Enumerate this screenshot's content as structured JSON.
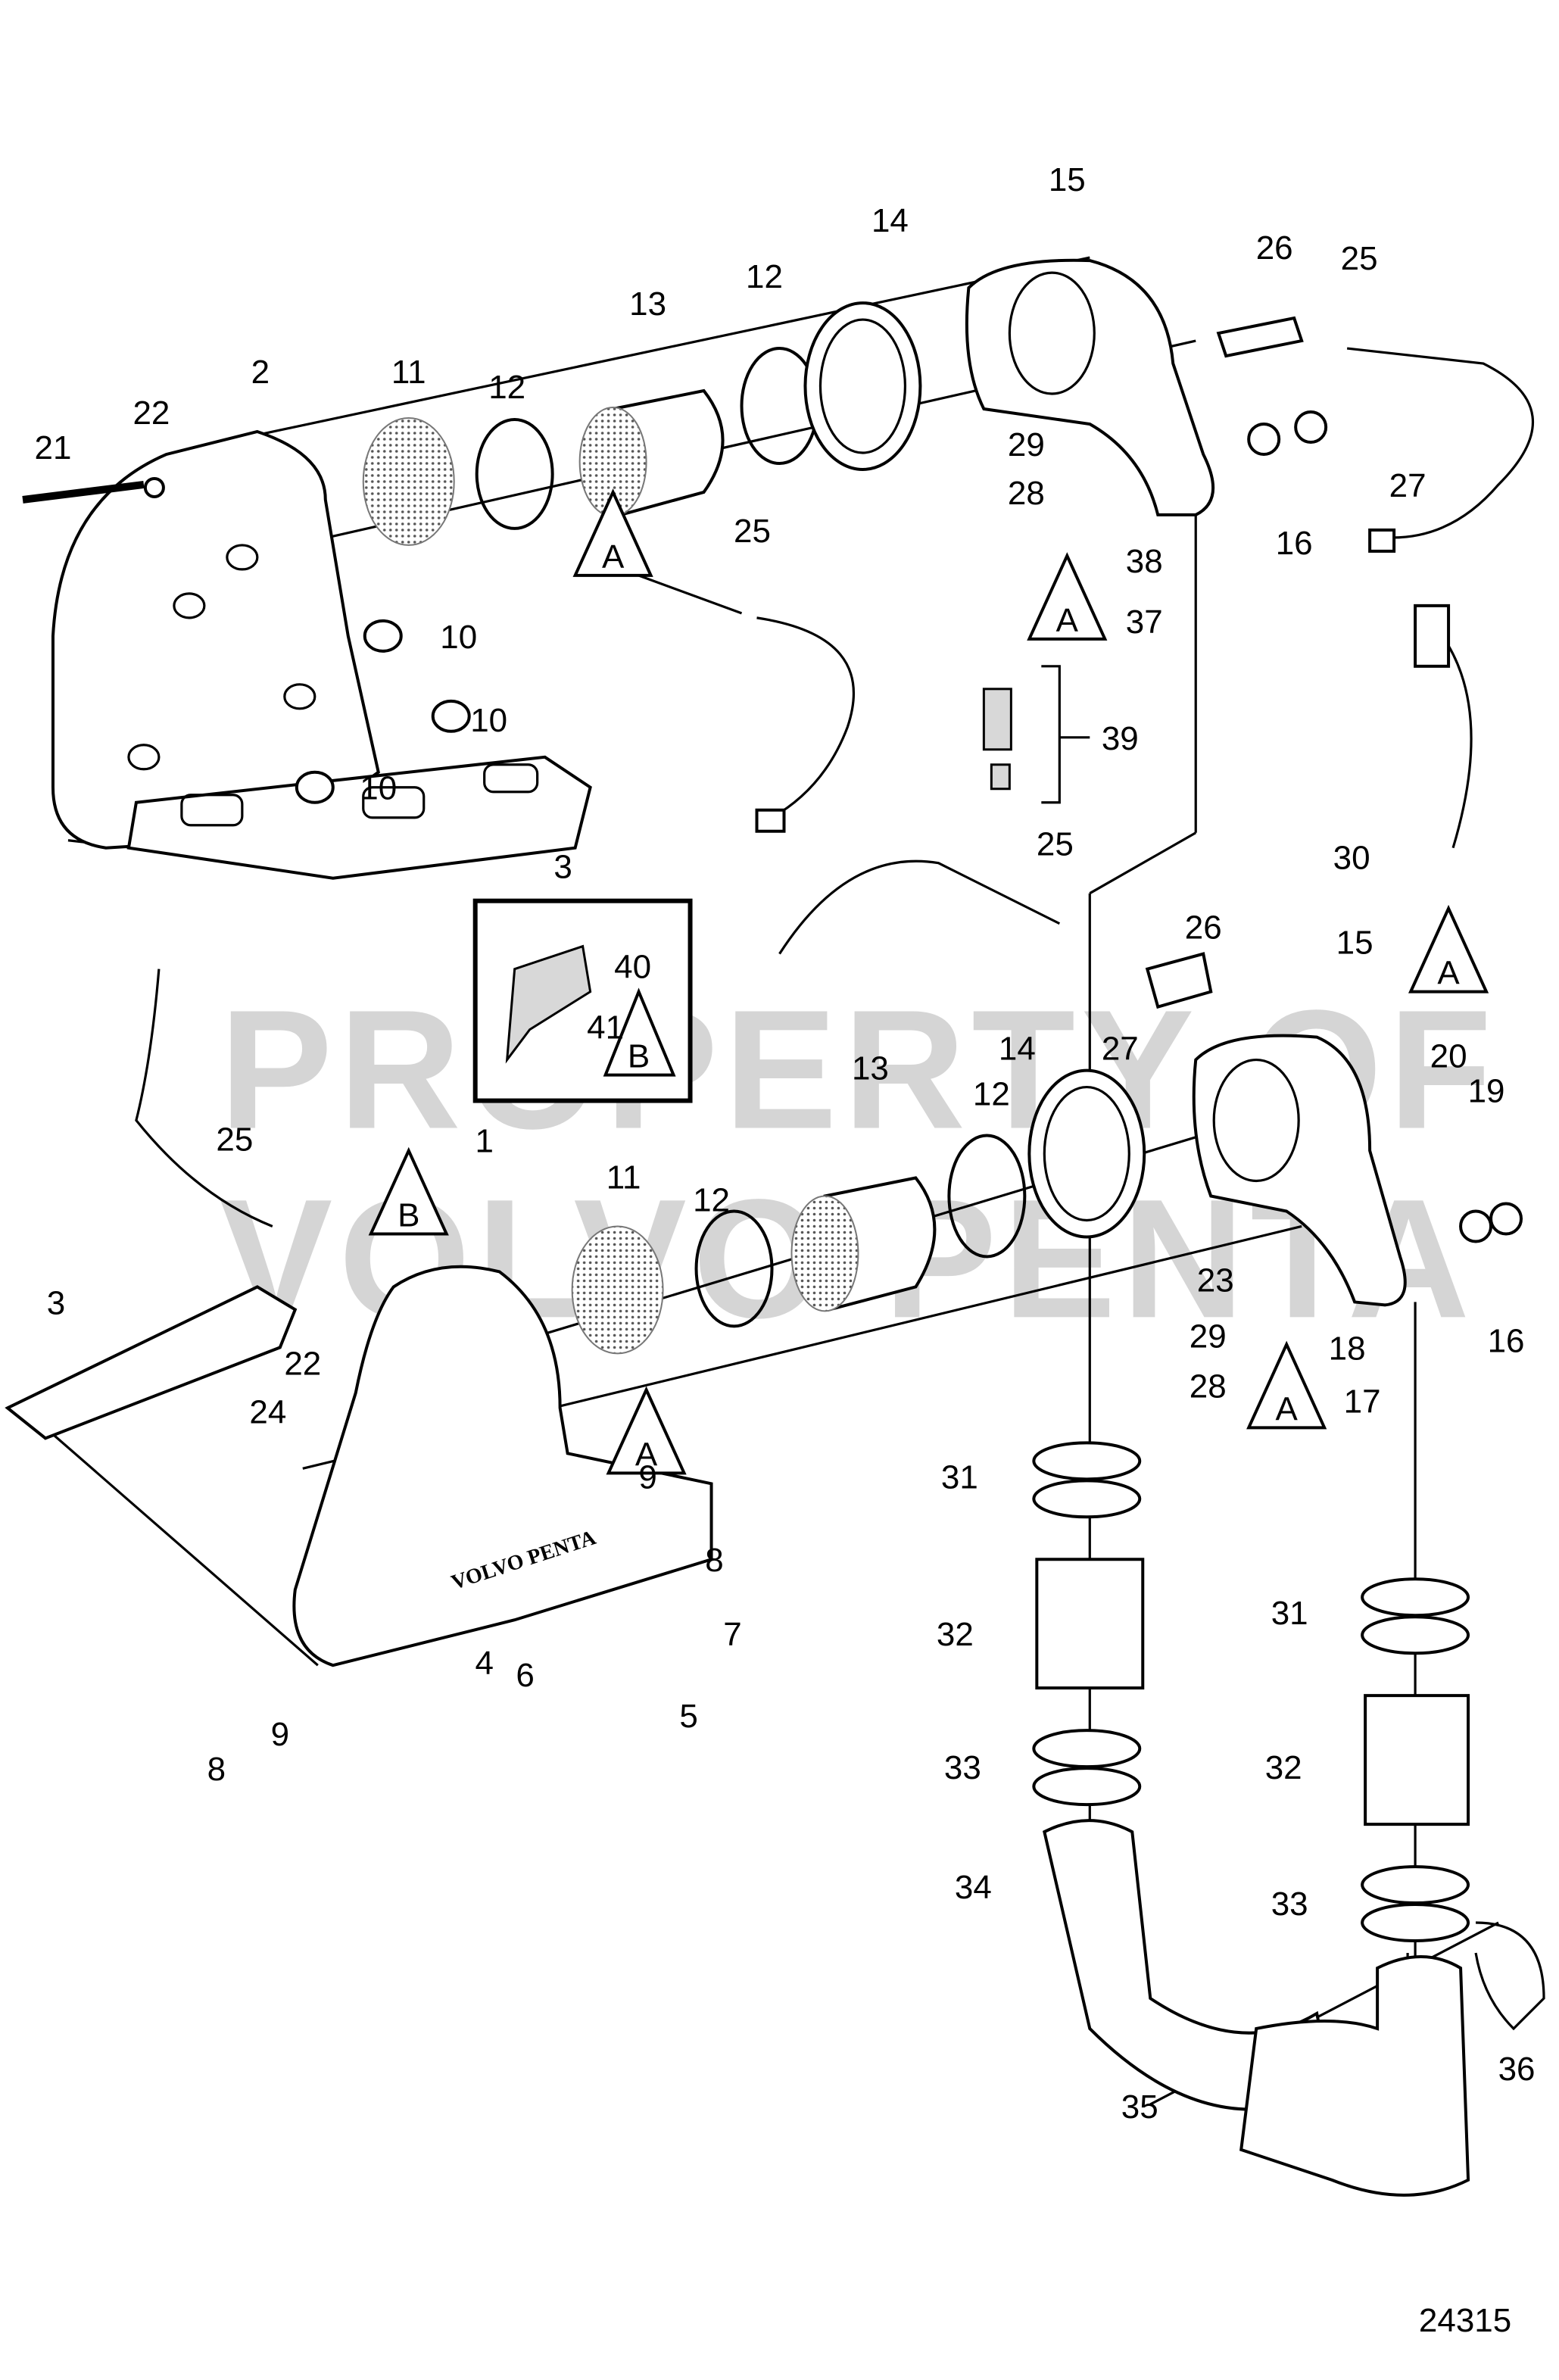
{
  "diagram": {
    "figure_number": "24315",
    "watermark": [
      "PROPERTY OF",
      "VOLVO PENTA"
    ],
    "manifold_logo": "VOLVO PENTA",
    "reference_markers": [
      "A",
      "B"
    ],
    "callouts": [
      "15",
      "14",
      "12",
      "13",
      "11",
      "12",
      "2",
      "22",
      "21",
      "26",
      "25",
      "29",
      "28",
      "16",
      "38",
      "37",
      "27",
      "25",
      "10",
      "10",
      "10",
      "3",
      "39",
      "30",
      "40",
      "41",
      "25",
      "26",
      "15",
      "27",
      "20",
      "19",
      "14",
      "13",
      "12",
      "25",
      "11",
      "12",
      "1",
      "23",
      "29",
      "28",
      "18",
      "17",
      "16",
      "3",
      "22",
      "24",
      "9",
      "8",
      "7",
      "31",
      "32",
      "6",
      "5",
      "4",
      "9",
      "8",
      "33",
      "31",
      "32",
      "33",
      "34",
      "36",
      "35"
    ]
  }
}
